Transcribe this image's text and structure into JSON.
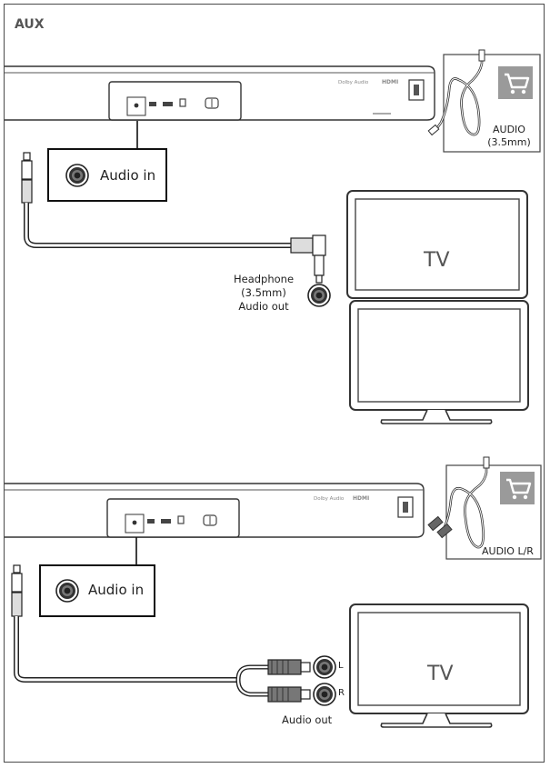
{
  "section_title": "AUX",
  "soundbar": {
    "dolby_label": "Dolby Audio",
    "hdmi_label": "HDMI"
  },
  "diagram1": {
    "audio_in_label": "Audio in",
    "cable_box_label_line1": "AUDIO",
    "cable_box_label_line2": "(3.5mm)",
    "tv_label": "TV",
    "audio_out_line1": "Headphone",
    "audio_out_line2": "(3.5mm)",
    "audio_out_line3": "Audio out"
  },
  "diagram2": {
    "audio_in_label": "Audio in",
    "cable_box_label": "AUDIO L/R",
    "tv_label": "TV",
    "left_label": "L",
    "right_label": "R",
    "audio_out_label": "Audio out"
  },
  "icons": [
    "cart-icon",
    "cable-icon",
    "jack-plug-icon",
    "rca-plug-icon",
    "audio-port-icon"
  ]
}
